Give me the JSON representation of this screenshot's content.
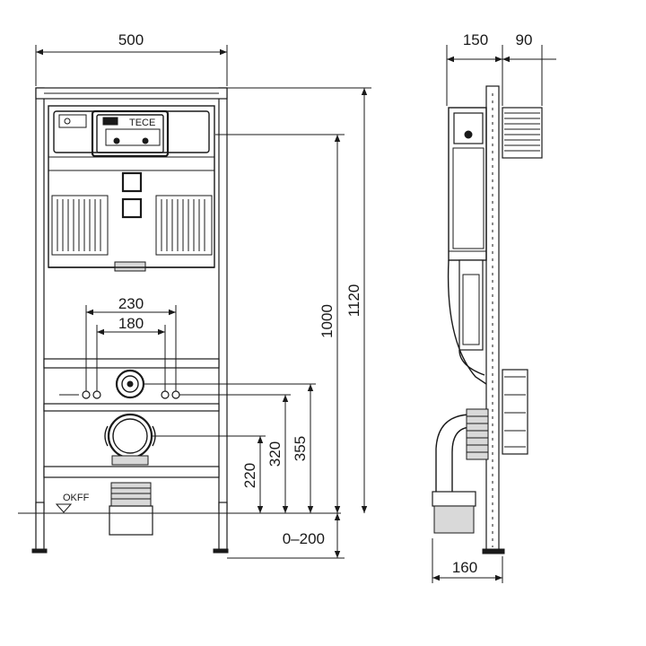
{
  "front_view": {
    "width_label": "500",
    "outlet_spacing_outer": "230",
    "outlet_spacing_inner": "180",
    "height_total": "1120",
    "height_button": "1000",
    "height_supply": "355",
    "height_outlet_top": "320",
    "height_outlet_center": "220",
    "height_adjust": "0–200",
    "floor_label": "OKFF",
    "brand_label": "TECE"
  },
  "side_view": {
    "depth_frame": "150",
    "depth_plate": "90",
    "depth_outlet": "160"
  },
  "colors": {
    "line": "#1a1a1a",
    "background": "#ffffff",
    "hatch": "#d9d9d9"
  }
}
